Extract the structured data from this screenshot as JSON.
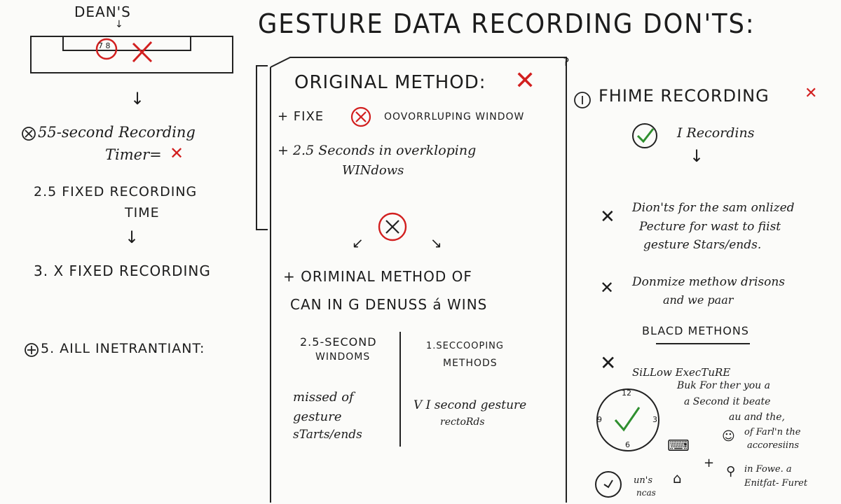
{
  "title": "GESTURE DATA RECORDING DON'TS:",
  "left": {
    "top_label": "DEAN'S",
    "bar_text": "7 8",
    "item1": "55-second Recording",
    "item1b": "Timer=",
    "item2a": "2.5 FIXED RECORDING",
    "item2b": "TIME",
    "item3": "3. X FIXED RECORDING",
    "item4": "5. AILL INETRANTIANT:"
  },
  "middle": {
    "heading": "ORIGINAL METHOD:",
    "line1a": "+ FIXE",
    "line1b": "OOVORRLUPING WINDOW",
    "line2a": "+ 2.5 Seconds in overkloping",
    "line2b": "WINdows",
    "line3a": "+ ORIMINAL METHOD OF",
    "line3b": "CAN IN G DENUSS á WINS",
    "col1_head_a": "2.5-SECOND",
    "col1_head_b": "WINDOMS",
    "col2_head_a": "1.SECCOOPING",
    "col2_head_b": "METHODS",
    "col1_body_a": "missed of",
    "col1_body_b": "gesture",
    "col1_body_c": "sTarts/ends",
    "col2_body_a": "V I second gesture",
    "col2_body_b": "rectoRds"
  },
  "right": {
    "heading": "FHIME RECORDING",
    "check_text": "I Recordins",
    "x1_a": "Dion'ts for the sam onlized",
    "x1_b": "Pecture for wast to fiist",
    "x1_c": "gesture Stars/ends.",
    "x2_a": "Donmize methow drisons",
    "x2_b": "and we paar",
    "blacd": "BLACD METHONS",
    "x3": "SiLLow ExecTuRE",
    "note1": "Buk For ther you a",
    "note2": "a Second it beate",
    "note3": "au and the,",
    "note4": "of Farl'n the",
    "note5": "accoresiins",
    "note6": "in Fowe. a",
    "note7": "Enitfat- Furet",
    "clock_12": "12",
    "clock_3": "3",
    "clock_6": "6",
    "clock_9": "9",
    "small_a": "un's",
    "small_b": "ncas",
    "plus": "+"
  },
  "colors": {
    "ink": "#1c1c1c",
    "red": "#d21f1f",
    "green": "#2f8f2f"
  }
}
